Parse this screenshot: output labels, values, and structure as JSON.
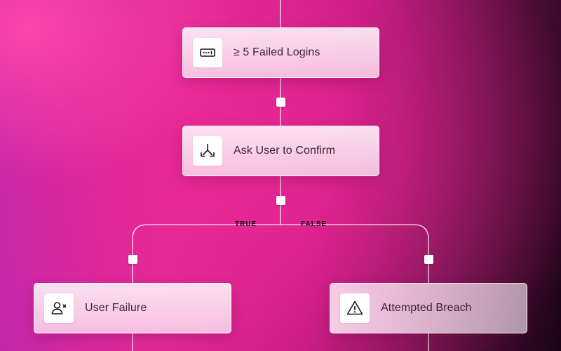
{
  "nodes": {
    "failed_logins": {
      "label": "≥ 5 Failed Logins",
      "icon": "password-field-icon"
    },
    "ask_user": {
      "label": "Ask User to Confirm",
      "icon": "split-arrows-icon"
    },
    "user_failure": {
      "label": "User Failure",
      "icon": "user-remove-icon"
    },
    "attempted_breach": {
      "label": "Attempted Breach",
      "icon": "warning-icon"
    }
  },
  "branches": {
    "true_label": "TRUE",
    "false_label": "FALSE"
  }
}
